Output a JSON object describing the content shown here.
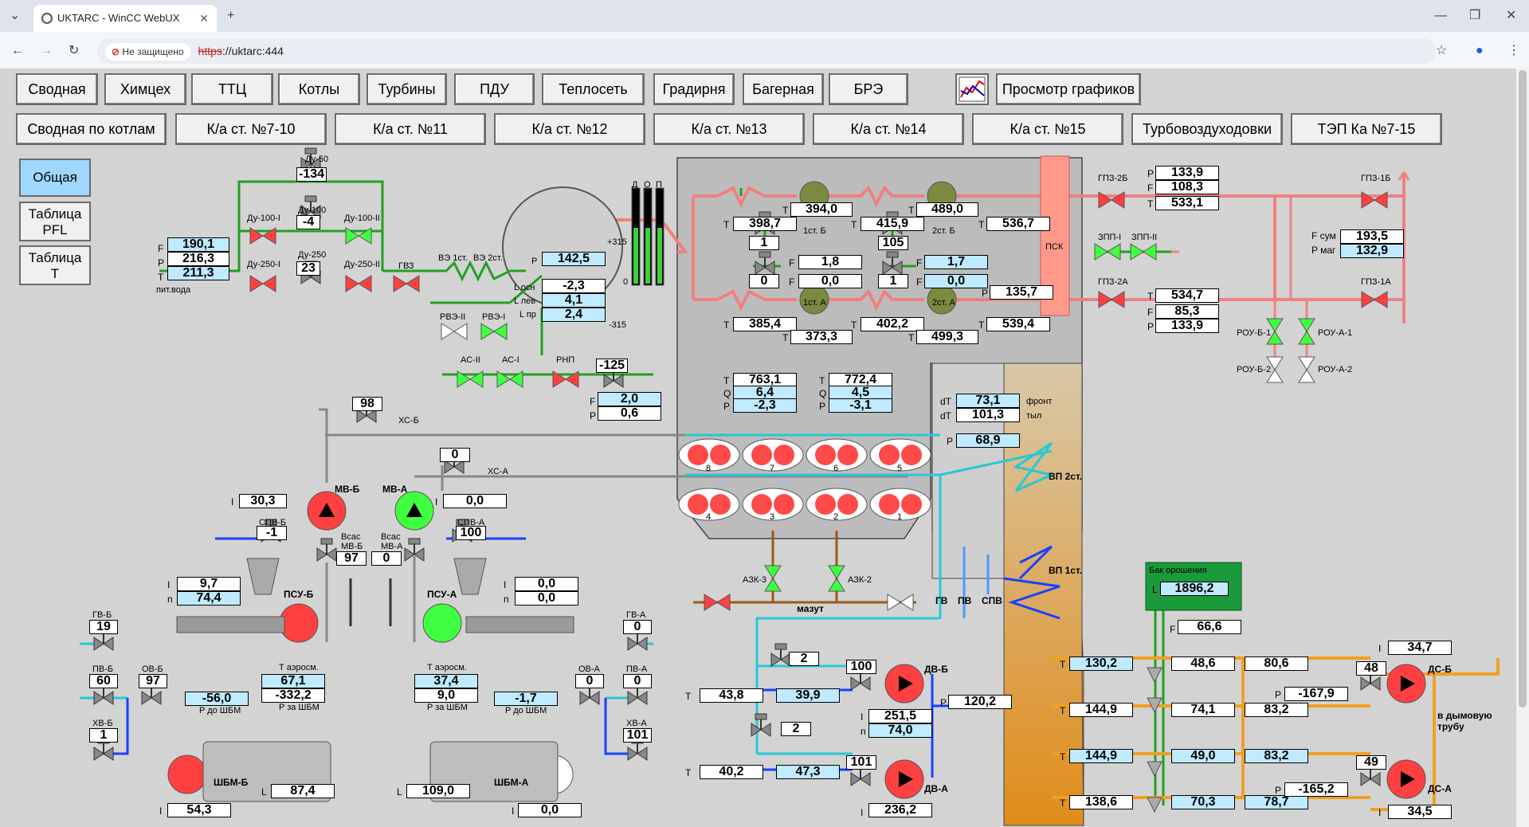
{
  "browser": {
    "tab_title": "UKTARC - WinCC WebUX",
    "not_secure": "Не защищено",
    "url_scheme": "https",
    "url_rest": "://uktarc:444"
  },
  "nav_row1": [
    "Сводная",
    "Химцех",
    "ТТЦ",
    "Котлы",
    "Турбины",
    "ПДУ",
    "Теплосеть",
    "Градирня",
    "Багерная",
    "БРЭ"
  ],
  "graphs_button": "Просмотр графиков",
  "nav_row2": [
    "Сводная по котлам",
    "К/а ст. №7-10",
    "К/а ст. №11",
    "К/а ст. №12",
    "К/а ст. №13",
    "К/а ст. №14",
    "К/а ст. №15",
    "Турбовоздуходовки",
    "ТЭП Ка №7-15"
  ],
  "side": {
    "general": "Общая",
    "pfl1": "Таблица",
    "pfl2": "PFL",
    "t1": "Таблица",
    "t2": "Т"
  },
  "colors": {
    "steam": "#f08080",
    "water": "#22a022",
    "air": "#25c9d5",
    "blue": "#1a40ff",
    "flue": "#e08c1a",
    "mazut": "#9b5a1a",
    "valve_red": "#ff4040",
    "valve_green": "#40ff40"
  },
  "icons": [
    "chart-icon",
    "valve-icon",
    "pump-icon",
    "fan-icon",
    "burner-icon",
    "back-arrow-icon",
    "reload-icon",
    "star-icon",
    "profile-icon",
    "menu-icon",
    "close-icon"
  ],
  "feed": {
    "F": "190,1",
    "P": "216,3",
    "T": "211,3",
    "label": "пит.вода",
    "du50": "Ду-50",
    "du50v": "-134",
    "du100": "Ду-100",
    "du100v": "-4",
    "du100i": "Ду-100-I",
    "du100ii": "Ду-100-II",
    "du250": "Ду-250",
    "du250v": "23",
    "du250i": "Ду-250-I",
    "du250ii": "Ду-250-II",
    "gvz": "ГВЗ",
    "ve1": "ВЭ 1ст.",
    "ve2": "ВЭ 2ст."
  },
  "drum": {
    "P": "142,5",
    "Losn": "-2,3",
    "Llev": "4,1",
    "Lpr": "2,4",
    "Losn_l": "L осн",
    "Llev_l": "L лев",
    "Lpr_l": "L пр",
    "P_l": "P",
    "scale_top": "+315",
    "scale_mid": "0",
    "scale_bot": "-315",
    "d": "Д",
    "o": "О",
    "p": "П"
  },
  "drain": {
    "rve2": "РВЭ-II",
    "rve1": "РВЭ-I",
    "as2": "АС-II",
    "as1": "АС-I",
    "rnp": "РНП",
    "rnp_v": "-125",
    "F": "2,0",
    "P": "0,6"
  },
  "sh": {
    "t_b1": "394,0",
    "t_b1in": "398,7",
    "t_b2": "489,0",
    "t_b2in": "415,9",
    "t_b_out": "536,7",
    "s1b": "1ст. Б",
    "s2b": "2ст. Б",
    "s1a": "1ст. А",
    "s2a": "2ст. А",
    "vb1": "1",
    "fb1": "1,8",
    "vb2": "105",
    "fb2": "1,7",
    "va1": "0",
    "fa1": "0,0",
    "va2": "1",
    "fa2": "0,0",
    "p_a": "135,7",
    "t_a_in": "385,4",
    "t_a_mid": "402,2",
    "t_a_out": "539,4",
    "t_a1": "373,3",
    "t_a2": "499,3",
    "psk": "ПСК"
  },
  "right": {
    "gpz2b": "ГПЗ-2Б",
    "gpz1b": "ГПЗ-1Б",
    "P": "133,9",
    "F": "108,3",
    "T": "533,1",
    "zpp1": "ЗПП-I",
    "zpp2": "ЗПП-II",
    "fsum_l": "F сум",
    "fsum": "193,5",
    "pmag_l": "P маг",
    "pmag": "132,9",
    "gpz2a": "ГПЗ-2А",
    "gpz1a": "ГПЗ-1А",
    "Ta": "534,7",
    "Fa": "85,3",
    "Pa": "133,9",
    "rou_b1": "РОУ-Б-1",
    "rou_a1": "РОУ-А-1",
    "rou_b2": "РОУ-Б-2",
    "rou_a2": "РОУ-А-2"
  },
  "furnace": {
    "T1": "763,1",
    "Q1": "6,4",
    "P1": "-2,3",
    "T2": "772,4",
    "Q2": "4,5",
    "P2": "-3,1",
    "burners_top": [
      "8",
      "7",
      "6",
      "5"
    ],
    "burners_bot": [
      "4",
      "3",
      "2",
      "1"
    ],
    "azk3": "АЗК-3",
    "azk2": "АЗК-2",
    "mazut": "мазут",
    "gv": "ГВ",
    "pv": "ПВ",
    "spv": "СПВ"
  },
  "flue": {
    "dT1": "73,1",
    "dT2": "101,3",
    "front": "фронт",
    "tyl": "тыл",
    "P": "68,9",
    "vp2": "ВП 2ст.",
    "vp1": "ВП 1ст.",
    "bak": "Бак орошения",
    "L": "1896,2",
    "F": "66,6"
  },
  "mill_b": {
    "xsb": "ХС-Б",
    "xsb_v": "98",
    "mvb": "МВ-Б",
    "I": "30,3",
    "spvb": "СПВ-Б",
    "spvb_v": "-1",
    "vsas": "Всас",
    "vsas2": "МВ-Б",
    "vsas_v": "97",
    "I2": "9,7",
    "n": "74,4",
    "psu": "ПСУ-Б",
    "gvb": "ГВ-Б",
    "gvb_v": "19",
    "pvb": "ПВ-Б",
    "pvb_v": "60",
    "ovb": "ОВ-Б",
    "ovb_v": "97",
    "pdo": "-56,0",
    "pdo_l": "P до ШБМ",
    "taero_l": "Т аэросм.",
    "taero": "67,1",
    "pza": "-332,2",
    "pza_l": "P за ШБМ",
    "xvb": "ХВ-Б",
    "xvb_v": "1",
    "shbm": "ШБМ-Б",
    "L": "87,4",
    "I3": "54,3"
  },
  "mill_a": {
    "xsa": "ХС-А",
    "xsa_v": "0",
    "mva": "МВ-А",
    "I": "0,0",
    "spva": "СПВ-А",
    "spva_v": "100",
    "vsas": "Всас",
    "vsas2": "МВ-А",
    "vsas_v": "0",
    "I2": "0,0",
    "n": "0,0",
    "psu": "ПСУ-А",
    "gva": "ГВ-А",
    "gva_v": "0",
    "pva": "ПВ-А",
    "pva_v": "0",
    "ova": "ОВ-А",
    "ova_v": "0",
    "pdo": "-1,7",
    "pdo_l": "P до ШБМ",
    "taero_l": "Т аэросм.",
    "taero": "37,4",
    "pza": "9,0",
    "pza_l": "P за ШБМ",
    "xva": "ХВ-А",
    "xva_v": "101",
    "shbm": "ШБМ-А",
    "L": "109,0",
    "I3": "0,0"
  },
  "dv": {
    "v2a": "2",
    "t1": "43,8",
    "t1b": "39,9",
    "v100": "100",
    "dvb": "ДВ-Б",
    "P": "120,2",
    "I": "251,5",
    "n": "74,0",
    "v2b": "2",
    "t2": "40,2",
    "t2b": "47,3",
    "v101": "101",
    "dva": "ДВ-А",
    "I2": "236,2"
  },
  "ds": {
    "t1": "130,2",
    "t2": "144,9",
    "t3": "144,9",
    "t4": "138,6",
    "a1": "48,6",
    "a2": "74,1",
    "a3": "49,0",
    "a4": "70,3",
    "b1": "80,6",
    "b2": "83,2",
    "b3": "83,2",
    "b4": "78,7",
    "I1": "34,7",
    "v48": "48",
    "dsb": "ДС-Б",
    "p1": "-167,9",
    "smoke1": "в дымовую",
    "smoke2": "трубу",
    "v49": "49",
    "dsa": "ДС-А",
    "p2": "-165,2",
    "I2": "34,5"
  }
}
